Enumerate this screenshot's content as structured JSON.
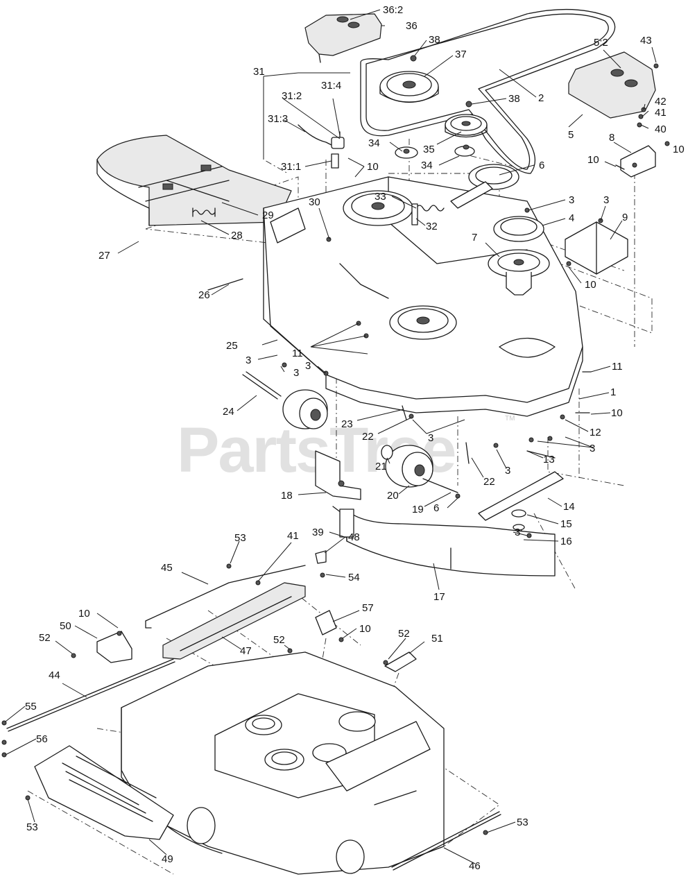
{
  "watermark": {
    "text": "PartsTree",
    "trademark": "TM"
  },
  "callouts": [
    {
      "text": "36:2"
    },
    {
      "text": "36"
    },
    {
      "text": "38"
    },
    {
      "text": "37"
    },
    {
      "text": "31"
    },
    {
      "text": "31:2"
    },
    {
      "text": "31:4"
    },
    {
      "text": "31:3"
    },
    {
      "text": "31:1"
    },
    {
      "text": "2"
    },
    {
      "text": "38"
    },
    {
      "text": "43"
    },
    {
      "text": "5:2"
    },
    {
      "text": "42"
    },
    {
      "text": "41"
    },
    {
      "text": "40"
    },
    {
      "text": "5"
    },
    {
      "text": "8"
    },
    {
      "text": "10"
    },
    {
      "text": "10"
    },
    {
      "text": "34"
    },
    {
      "text": "35"
    },
    {
      "text": "34"
    },
    {
      "text": "10"
    },
    {
      "text": "6"
    },
    {
      "text": "33"
    },
    {
      "text": "32"
    },
    {
      "text": "3"
    },
    {
      "text": "4"
    },
    {
      "text": "7"
    },
    {
      "text": "3"
    },
    {
      "text": "9"
    },
    {
      "text": "10"
    },
    {
      "text": "29"
    },
    {
      "text": "28"
    },
    {
      "text": "30"
    },
    {
      "text": "27"
    },
    {
      "text": "26"
    },
    {
      "text": "25"
    },
    {
      "text": "11"
    },
    {
      "text": "3"
    },
    {
      "text": "3"
    },
    {
      "text": "3"
    },
    {
      "text": "11"
    },
    {
      "text": "1"
    },
    {
      "text": "24"
    },
    {
      "text": "10"
    },
    {
      "text": "23"
    },
    {
      "text": "22"
    },
    {
      "text": "3"
    },
    {
      "text": "12"
    },
    {
      "text": "3"
    },
    {
      "text": "21"
    },
    {
      "text": "22"
    },
    {
      "text": "13"
    },
    {
      "text": "3"
    },
    {
      "text": "20"
    },
    {
      "text": "18"
    },
    {
      "text": "19"
    },
    {
      "text": "6"
    },
    {
      "text": "14"
    },
    {
      "text": "15"
    },
    {
      "text": "16"
    },
    {
      "text": "39"
    },
    {
      "text": "3"
    },
    {
      "text": "17"
    },
    {
      "text": "53"
    },
    {
      "text": "41"
    },
    {
      "text": "48"
    },
    {
      "text": "45"
    },
    {
      "text": "54"
    },
    {
      "text": "57"
    },
    {
      "text": "10"
    },
    {
      "text": "10"
    },
    {
      "text": "50"
    },
    {
      "text": "47"
    },
    {
      "text": "52"
    },
    {
      "text": "52"
    },
    {
      "text": "51"
    },
    {
      "text": "52"
    },
    {
      "text": "44"
    },
    {
      "text": "55"
    },
    {
      "text": "56"
    },
    {
      "text": "53"
    },
    {
      "text": "53"
    },
    {
      "text": "49"
    },
    {
      "text": "46"
    }
  ]
}
